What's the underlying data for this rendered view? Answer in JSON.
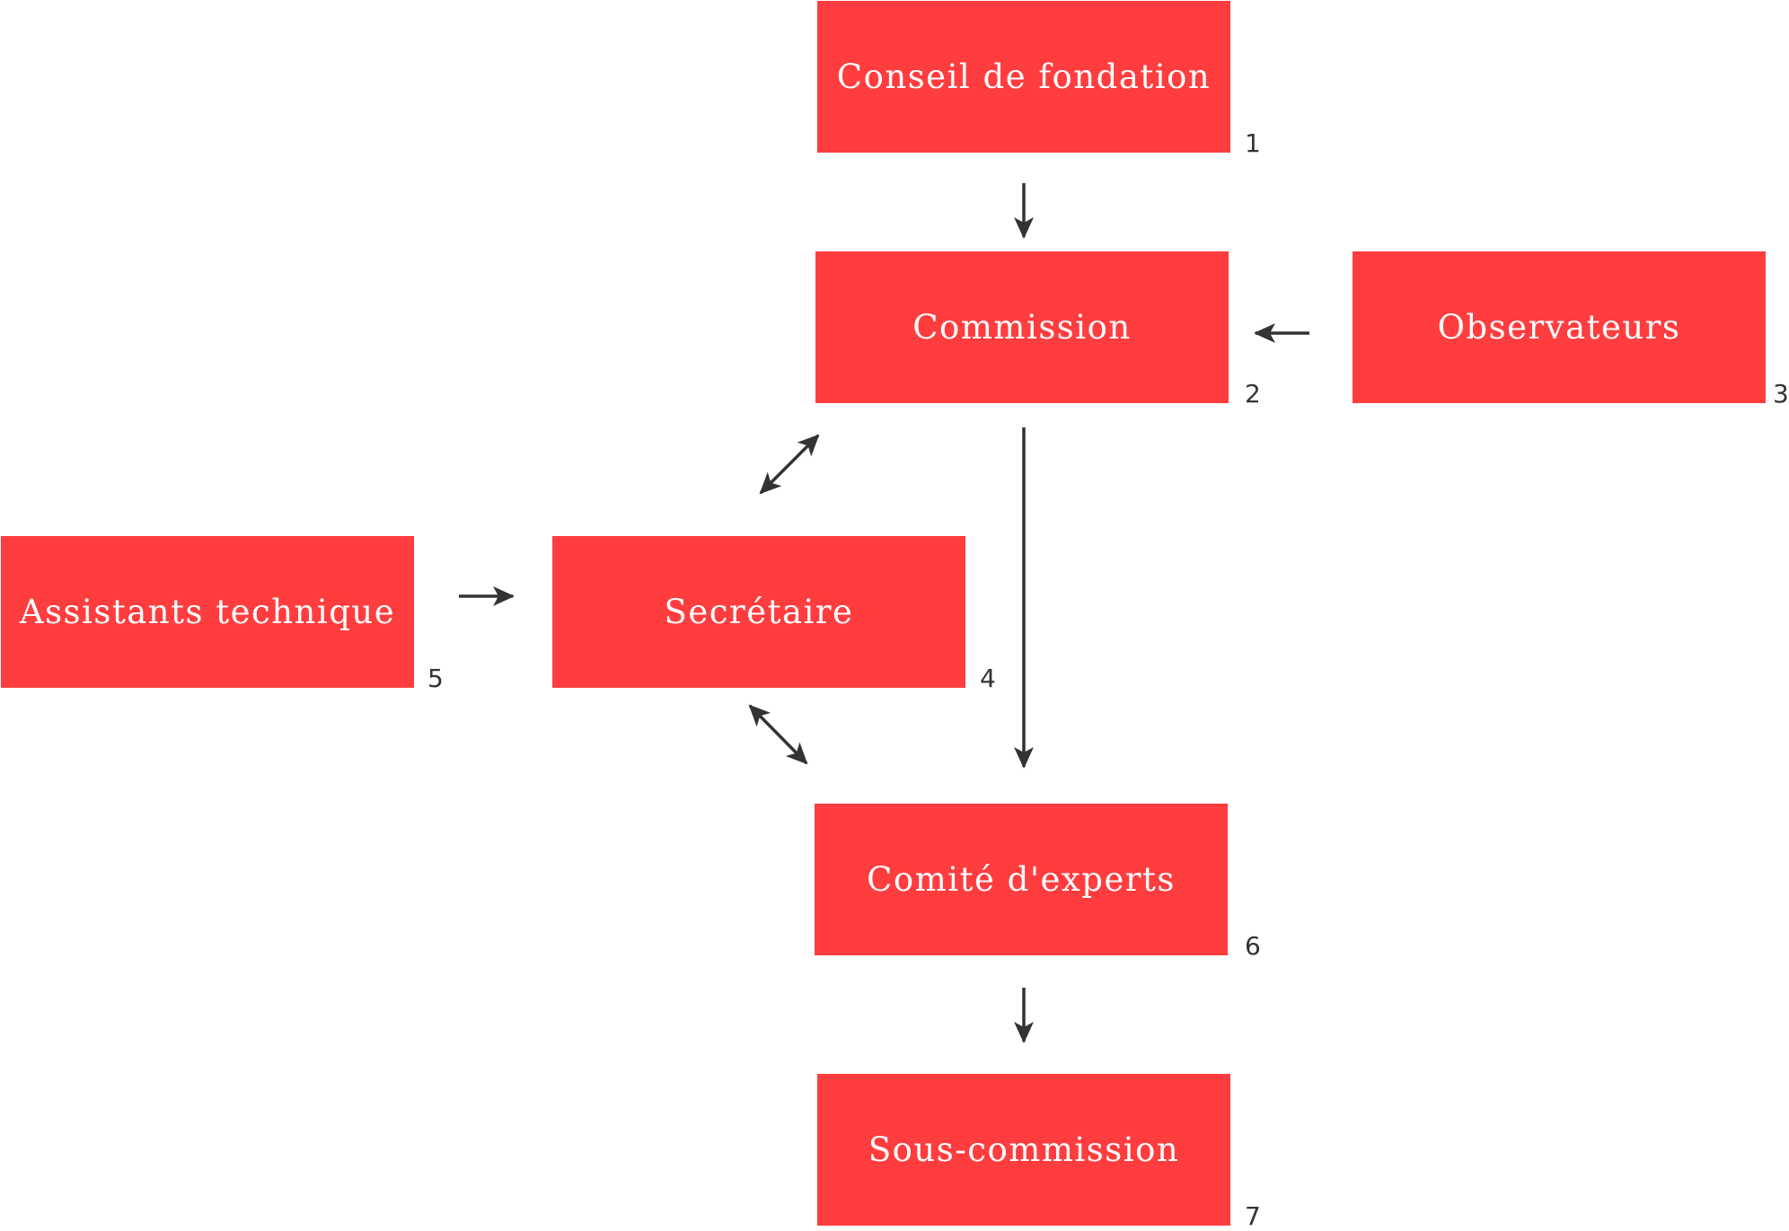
{
  "colors": {
    "box_fill": "#ff3d3f",
    "box_text": "#ffffff",
    "arrow": "#333333",
    "number": "#333333"
  },
  "nodes": [
    {
      "label": "Conseil de fondation",
      "number": "1"
    },
    {
      "label": "Commission",
      "number": "2"
    },
    {
      "label": "Observateurs",
      "number": "3"
    },
    {
      "label": "Secrétaire",
      "number": "4"
    },
    {
      "label": "Assistants technique",
      "number": "5"
    },
    {
      "label": "Comité d'experts",
      "number": "6"
    },
    {
      "label": "Sous-commission",
      "number": "7"
    }
  ],
  "edges": [
    {
      "from": "Conseil de fondation",
      "to": "Commission",
      "direction": "one-way"
    },
    {
      "from": "Observateurs",
      "to": "Commission",
      "direction": "one-way"
    },
    {
      "from": "Commission",
      "to": "Comité d'experts",
      "direction": "one-way"
    },
    {
      "from": "Commission",
      "to": "Secrétaire",
      "direction": "two-way"
    },
    {
      "from": "Assistants technique",
      "to": "Secrétaire",
      "direction": "one-way"
    },
    {
      "from": "Secrétaire",
      "to": "Comité d'experts",
      "direction": "two-way"
    },
    {
      "from": "Comité d'experts",
      "to": "Sous-commission",
      "direction": "one-way"
    }
  ]
}
